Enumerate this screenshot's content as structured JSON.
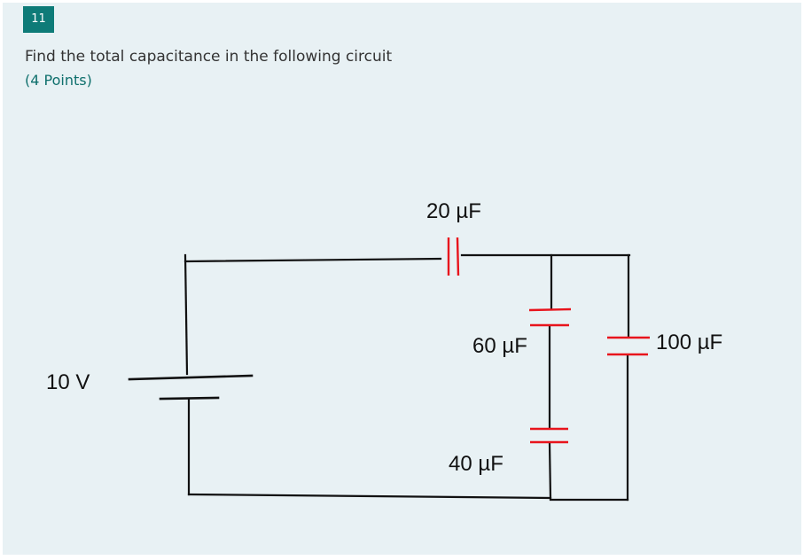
{
  "question": {
    "number": "11",
    "text": "Find the total capacitance in the following circuit",
    "points": "(4 Points)"
  },
  "circuit": {
    "source_label": "10 V",
    "c1_label": "20 µF",
    "c2_label": "60 µF",
    "c3_label": "40 µF",
    "c4_label": "100 µF",
    "wire_color": "#111111",
    "capacitor_color": "#e8141c"
  }
}
